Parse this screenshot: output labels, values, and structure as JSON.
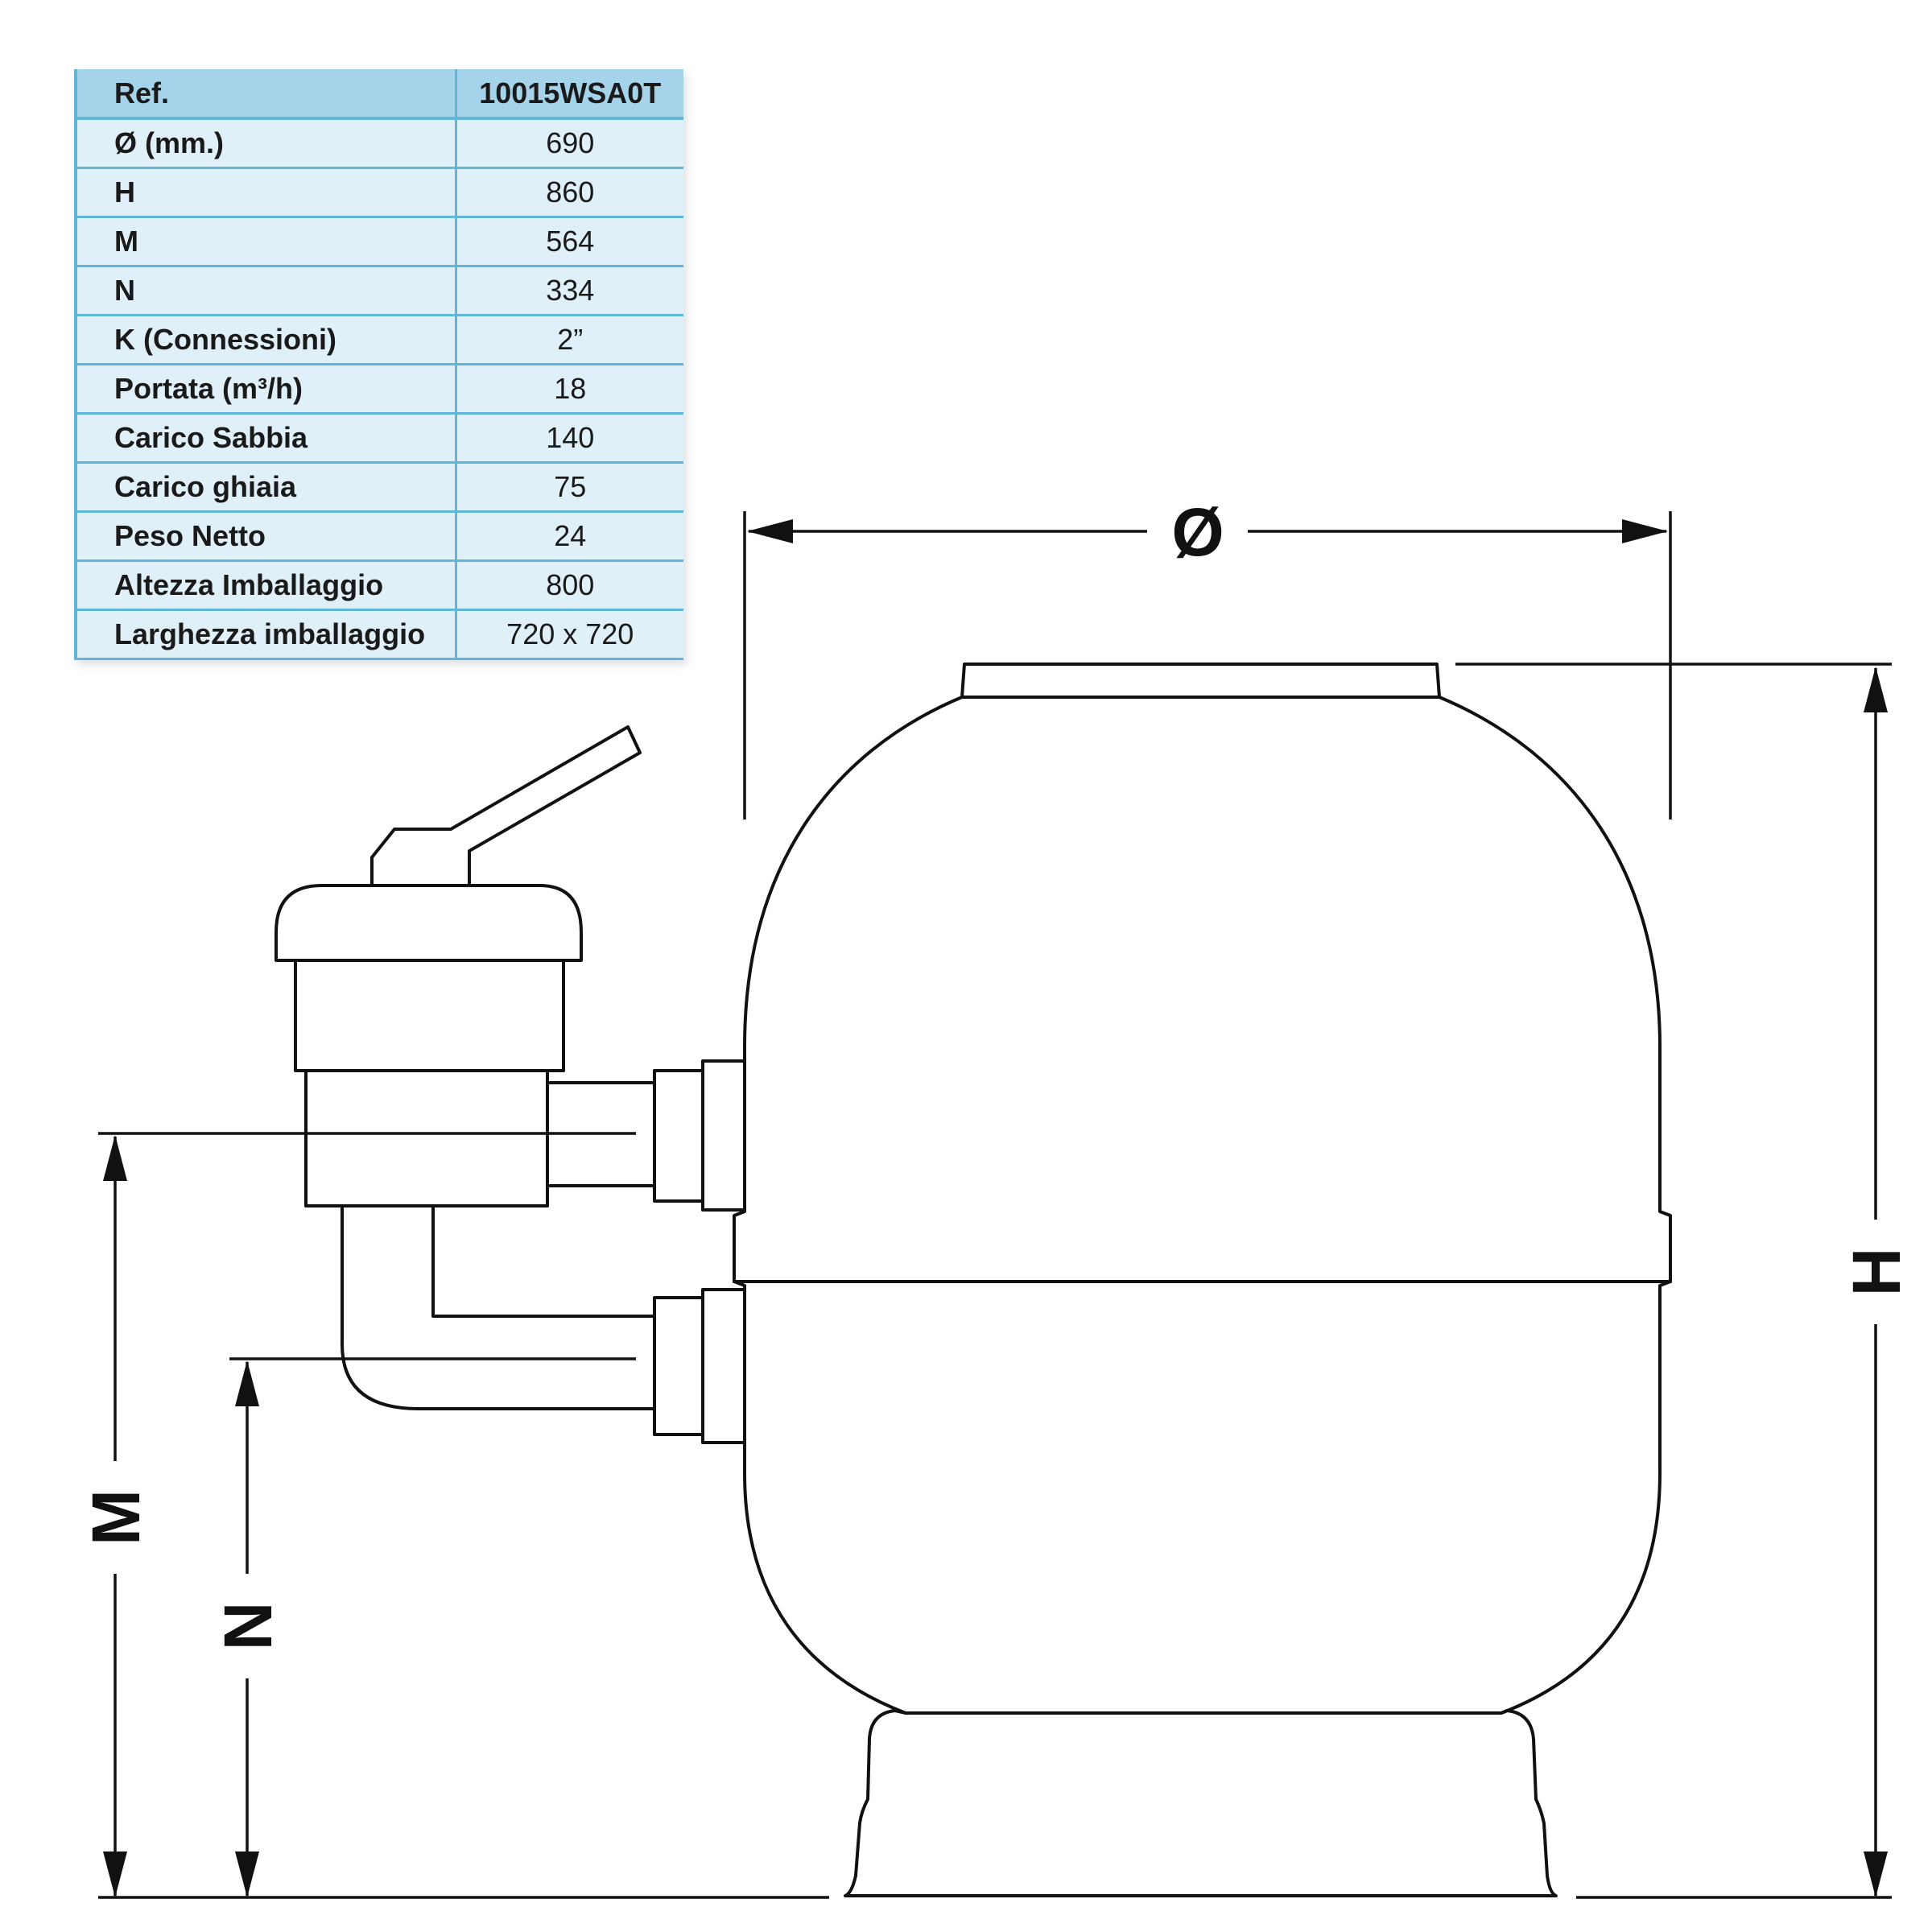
{
  "spec_table": {
    "header": {
      "label": "Ref.",
      "value": "10015WSA0T"
    },
    "rows": [
      {
        "label": "Ø (mm.)",
        "value": "690"
      },
      {
        "label": "H",
        "value": "860"
      },
      {
        "label": "M",
        "value": "564"
      },
      {
        "label": "N",
        "value": "334"
      },
      {
        "label": "K (Connessioni)",
        "value": "2”"
      },
      {
        "label": "Portata (m³/h)",
        "value": "18"
      },
      {
        "label": "Carico Sabbia",
        "value": "140"
      },
      {
        "label": "Carico ghiaia",
        "value": "75"
      },
      {
        "label": "Peso Netto",
        "value": "24"
      },
      {
        "label": "Altezza Imballaggio",
        "value": "800"
      },
      {
        "label": "Larghezza imballaggio",
        "value": "720 x 720"
      }
    ]
  },
  "dimension_labels": {
    "diameter": "Ø",
    "height": "H",
    "m": "M",
    "n": "N"
  },
  "colors": {
    "header_bg": "#a4d3ea",
    "row_bg": "#e0f0f8",
    "grid_line": "#5fb6d9",
    "drawing_line": "#111111"
  }
}
